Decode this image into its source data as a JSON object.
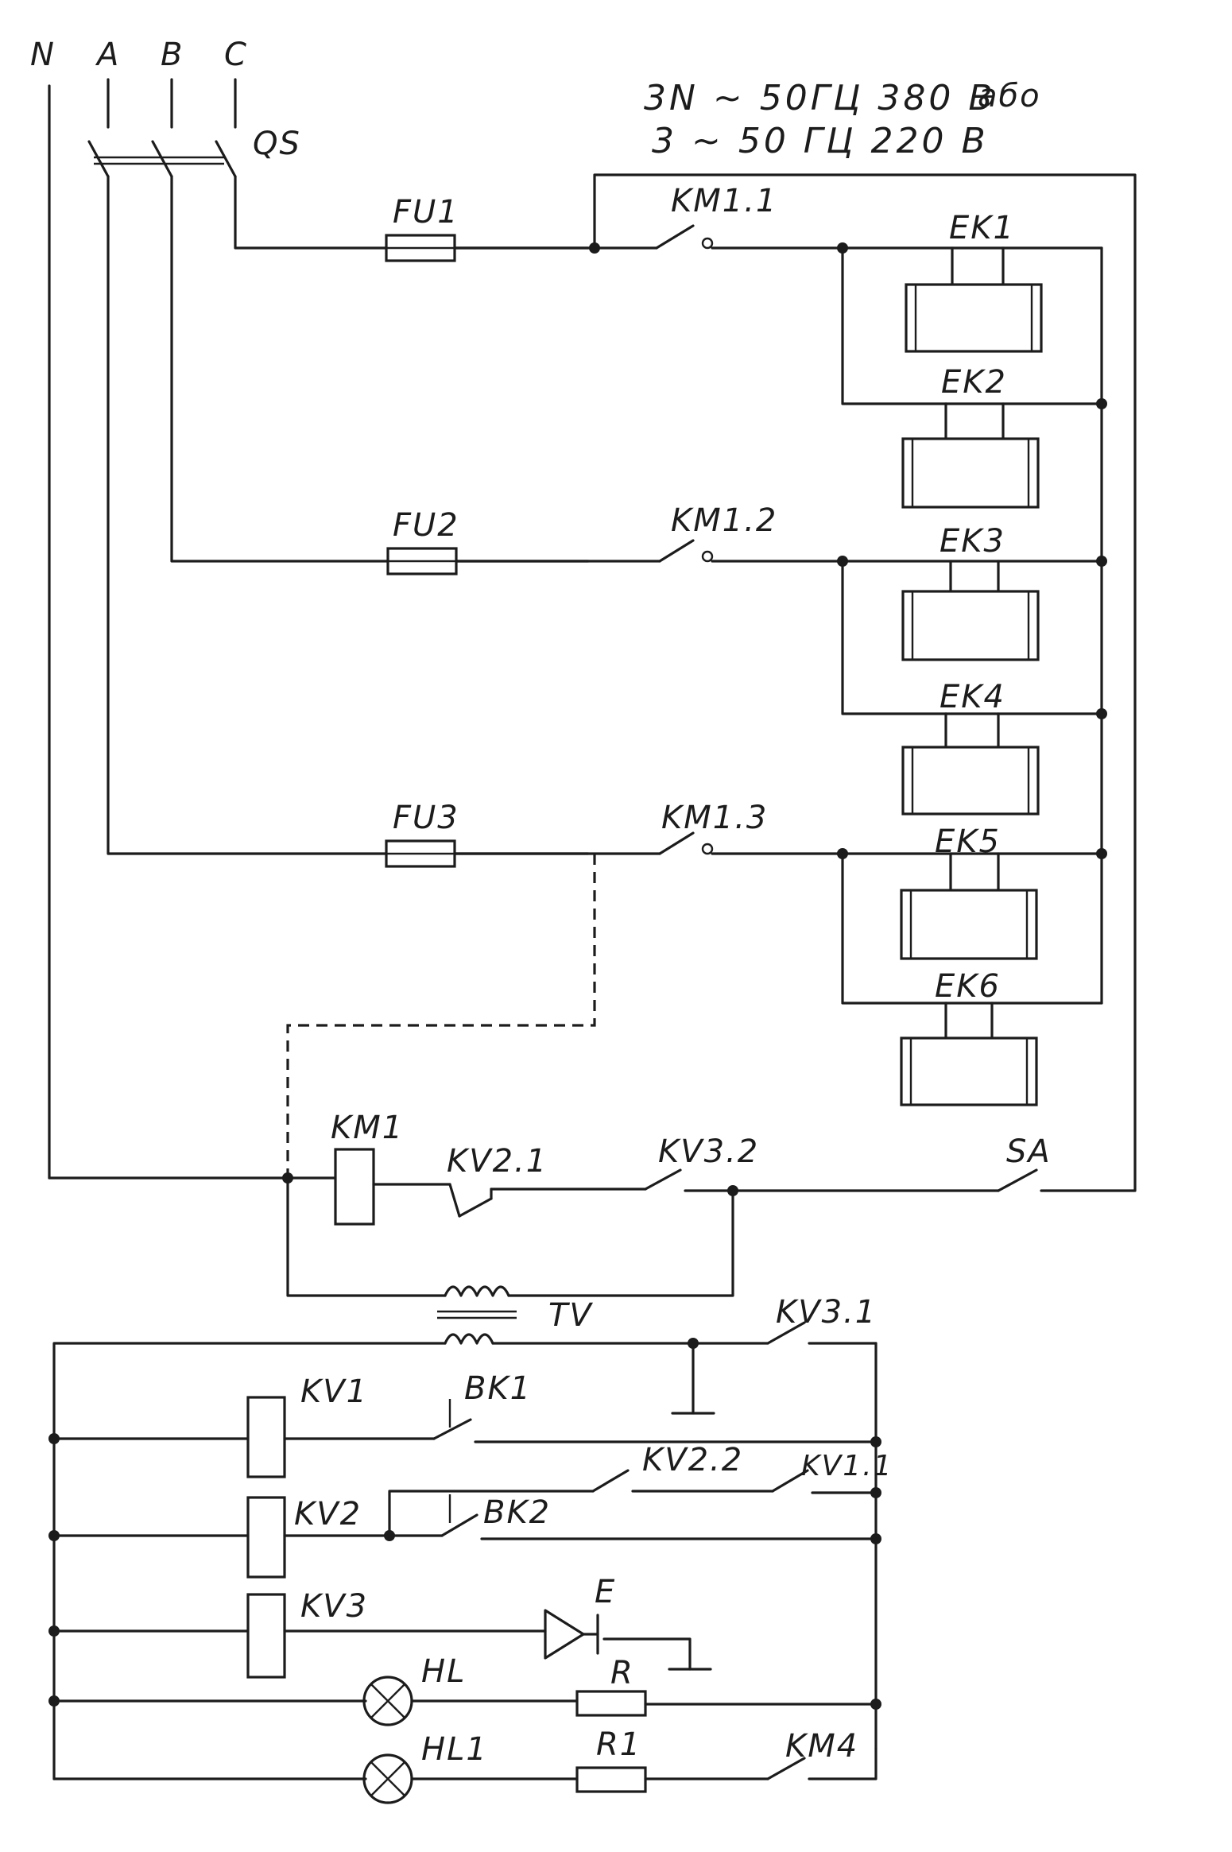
{
  "header": {
    "supply_line1": "3N ~ 50ГЦ  380 В",
    "supply_or": "або",
    "supply_line2": "3 ~ 50 ГЦ  220 В"
  },
  "phases": {
    "n": "N",
    "a": "A",
    "b": "B",
    "c": "C"
  },
  "switches": {
    "qs": "QS",
    "sa": "SA"
  },
  "fuses": {
    "fu1": "FU1",
    "fu2": "FU2",
    "fu3": "FU3"
  },
  "contacts": {
    "km1_1": "KM1.1",
    "km1_2": "KM1.2",
    "km1_3": "KM1.3",
    "kv2_1": "KV2.1",
    "kv3_2": "KV3.2",
    "kv3_1": "KV3.1",
    "kv2_2": "KV2.2",
    "kv1_1": "KV1.1",
    "km4": "KM4"
  },
  "heaters": {
    "ek1": "EK1",
    "ek2": "EK2",
    "ek3": "EK3",
    "ek4": "EK4",
    "ek5": "EK5",
    "ek6": "EK6"
  },
  "coils": {
    "km1": "KM1",
    "kv1": "KV1",
    "kv2": "KV2",
    "kv3": "KV3"
  },
  "sensors": {
    "bk1": "BK1",
    "bk2": "BK2"
  },
  "transformer": {
    "tv": "TV"
  },
  "electrode": {
    "e": "E"
  },
  "lamps": {
    "hl": "HL",
    "hl1": "HL1"
  },
  "resistors": {
    "r": "R",
    "r1": "R1"
  }
}
